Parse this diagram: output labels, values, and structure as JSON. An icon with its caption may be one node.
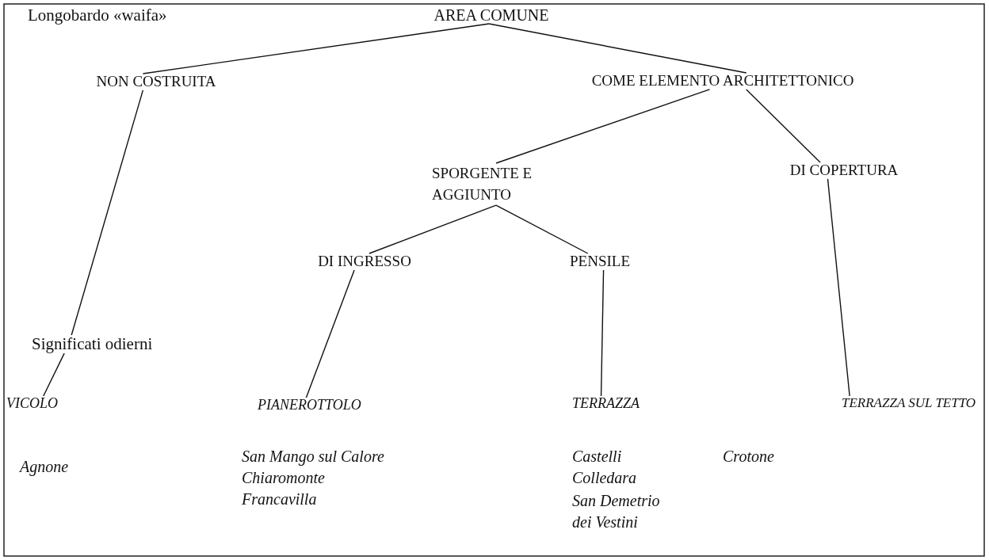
{
  "diagram": {
    "nodes": [
      {
        "text": [
          "AREA COMUNE"
        ]
      },
      {
        "text": [
          "NON COSTRUITA"
        ]
      },
      {
        "text": [
          "COME ELEMENTO ARCHITETTONICO"
        ]
      },
      {
        "text": [
          "SPORGENTE E AGGIUNTO"
        ]
      },
      {
        "text": [
          "DI COPERTURA"
        ]
      },
      {
        "text": [
          "DI INGRESSO"
        ]
      },
      {
        "text": [
          "PENSILE"
        ]
      },
      {
        "text": [
          "Significati odierni"
        ]
      },
      {
        "text": [
          "VICOLO"
        ]
      },
      {
        "text": [
          "PIANEROTTOLO"
        ]
      },
      {
        "text": [
          "TERRAZZA"
        ]
      },
      {
        "text": [
          "TERRAZZA SUL TETTO"
        ]
      }
    ],
    "edges": [
      {
        "from": 0,
        "to": 1,
        "arrow": "none"
      },
      {
        "from": 0,
        "to": 2,
        "arrow": "none"
      },
      {
        "from": 2,
        "to": 3,
        "arrow": "none"
      },
      {
        "from": 2,
        "to": 4,
        "arrow": "none"
      },
      {
        "from": 3,
        "to": 5,
        "arrow": "none"
      },
      {
        "from": 3,
        "to": 6,
        "arrow": "none"
      },
      {
        "from": 1,
        "to": 7,
        "arrow": "none"
      },
      {
        "from": 7,
        "to": 8,
        "arrow": "none"
      },
      {
        "from": 5,
        "to": 9,
        "arrow": "none"
      },
      {
        "from": 6,
        "to": 10,
        "arrow": "none"
      },
      {
        "from": 4,
        "to": 11,
        "arrow": "none"
      }
    ],
    "labels": [
      "Longobardo «waifa»",
      "Agnone",
      "San Mango sul Calore",
      "Chiaromonte",
      "Francavilla",
      "Castelli",
      "Colledara",
      "San Demetrio dei Vestini",
      "Crotone"
    ]
  }
}
